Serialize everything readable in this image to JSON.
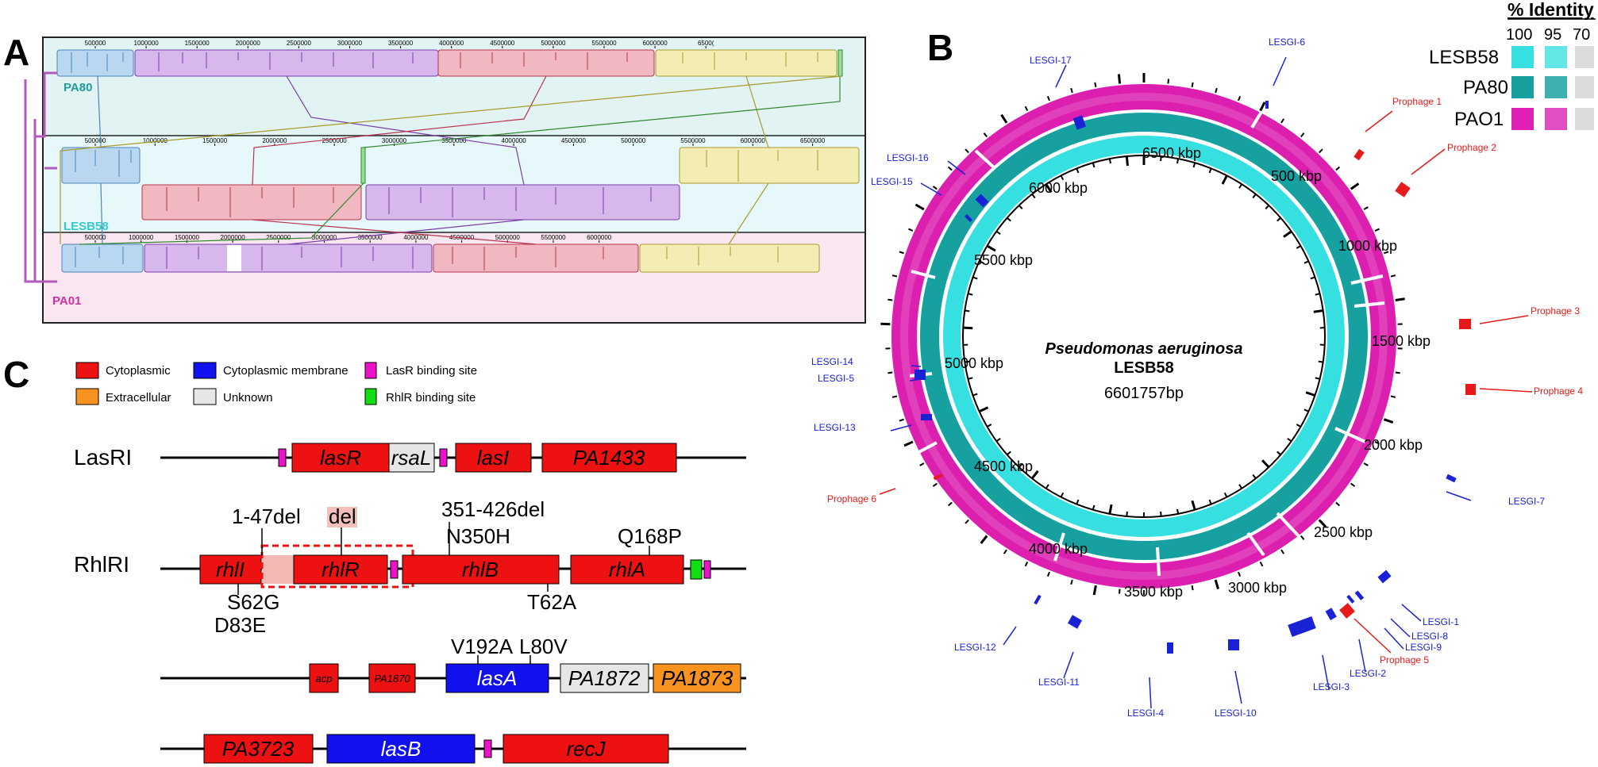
{
  "panels": {
    "a": "A",
    "b": "B",
    "c": "C"
  },
  "panelA": {
    "tracks": [
      {
        "name": "PA80",
        "color": "#1f9c9c",
        "ticks": [
          "500000",
          "1000000",
          "1500000",
          "2000000",
          "2500000",
          "3000000",
          "3500000",
          "4000000",
          "4500000",
          "5000000",
          "5500000",
          "6000000",
          "6500("
        ]
      },
      {
        "name": "LESB58",
        "color": "#35c9cf",
        "ticks": [
          "500000",
          "1000000",
          "1500000",
          "2000000",
          "2500000",
          "3000000",
          "3500000",
          "4000000",
          "4500000",
          "5000000",
          "5500000",
          "6000000",
          "6500000"
        ]
      },
      {
        "name": "PA01",
        "color": "#cf2f9d",
        "ticks": [
          "500000",
          "1000000",
          "1500000",
          "2000000",
          "2500000",
          "3000000",
          "3500000",
          "4000000",
          "4500000",
          "5000000",
          "5500000",
          "6000000"
        ]
      }
    ],
    "block_colors": {
      "blue": "#b9d7f1",
      "purple": "#d6b8ec",
      "red": "#f2b8c2",
      "yellow": "#f3ecb3",
      "green": "#9bdc9b"
    }
  },
  "panelB": {
    "title_italic": "Pseudomonas aeruginosa",
    "title_bold": "LESB58",
    "size": "6601757bp",
    "ring_labels": [
      "500 kbp",
      "1000 kbp",
      "1500 kbp",
      "2000 kbp",
      "2500 kbp",
      "3000 kbp",
      "3500 kbp",
      "4000 kbp",
      "4500 kbp",
      "5000 kbp",
      "5500 kbp",
      "6000 kbp",
      "6500 kbp"
    ],
    "legend": {
      "title": "% Identity",
      "columns": [
        "100",
        "95",
        "70"
      ],
      "rows": [
        {
          "name": "LESB58",
          "colors": [
            "#36e0e0",
            "#63e6e6",
            "#dcdcdc"
          ]
        },
        {
          "name": "PA80",
          "colors": [
            "#16a0a0",
            "#3fb0b0",
            "#dcdcdc"
          ]
        },
        {
          "name": "PAO1",
          "colors": [
            "#e01fb4",
            "#e04ec2",
            "#dcdcdc"
          ]
        }
      ]
    },
    "islands": [
      "LESGI-6",
      "LESGI-17",
      "LESGI-16",
      "LESGI-15",
      "LESGI-14",
      "LESGI-5",
      "LESGI-13",
      "LESGI-7",
      "LESGI-1",
      "LESGI-8",
      "LESGI-9",
      "LESGI-2",
      "LESGI-3",
      "LESGI-10",
      "LESGI-4",
      "LESGI-11",
      "LESGI-12"
    ],
    "prophages": [
      "Prophage 1",
      "Prophage 2",
      "Prophage 3",
      "Prophage 4",
      "Prophage 5",
      "Prophage 6"
    ]
  },
  "panelC": {
    "legend": [
      {
        "label": "Cytoplasmic",
        "color": "#ee1111"
      },
      {
        "label": "Cytoplasmic membrane",
        "color": "#1111ee"
      },
      {
        "label": "LasR binding site",
        "color": "#ee11cc"
      },
      {
        "label": "Extracellular",
        "color": "#f7931e"
      },
      {
        "label": "Unknown",
        "color": "#e6e6e6"
      },
      {
        "label": "RhlR binding site",
        "color": "#11dd11"
      }
    ],
    "lasri": {
      "name": "LasRI",
      "genes": [
        "lasR",
        "rsaL",
        "lasI",
        "PA1433"
      ]
    },
    "rhlri": {
      "name": "RhlRI",
      "genes": [
        "rhlI",
        "rhlR",
        "rhlB",
        "rhlA"
      ],
      "mutations": [
        "1-47del",
        "del",
        "351-426del",
        "N350H",
        "Q168P",
        "S62G",
        "D83E",
        "T62A"
      ]
    },
    "lasa": {
      "genes": [
        "acp",
        "PA1870",
        "lasA",
        "PA1872",
        "PA1873"
      ],
      "mutations": [
        "V192A",
        "L80V"
      ]
    },
    "lasb": {
      "genes": [
        "PA3723",
        "lasB",
        "recJ"
      ]
    }
  }
}
